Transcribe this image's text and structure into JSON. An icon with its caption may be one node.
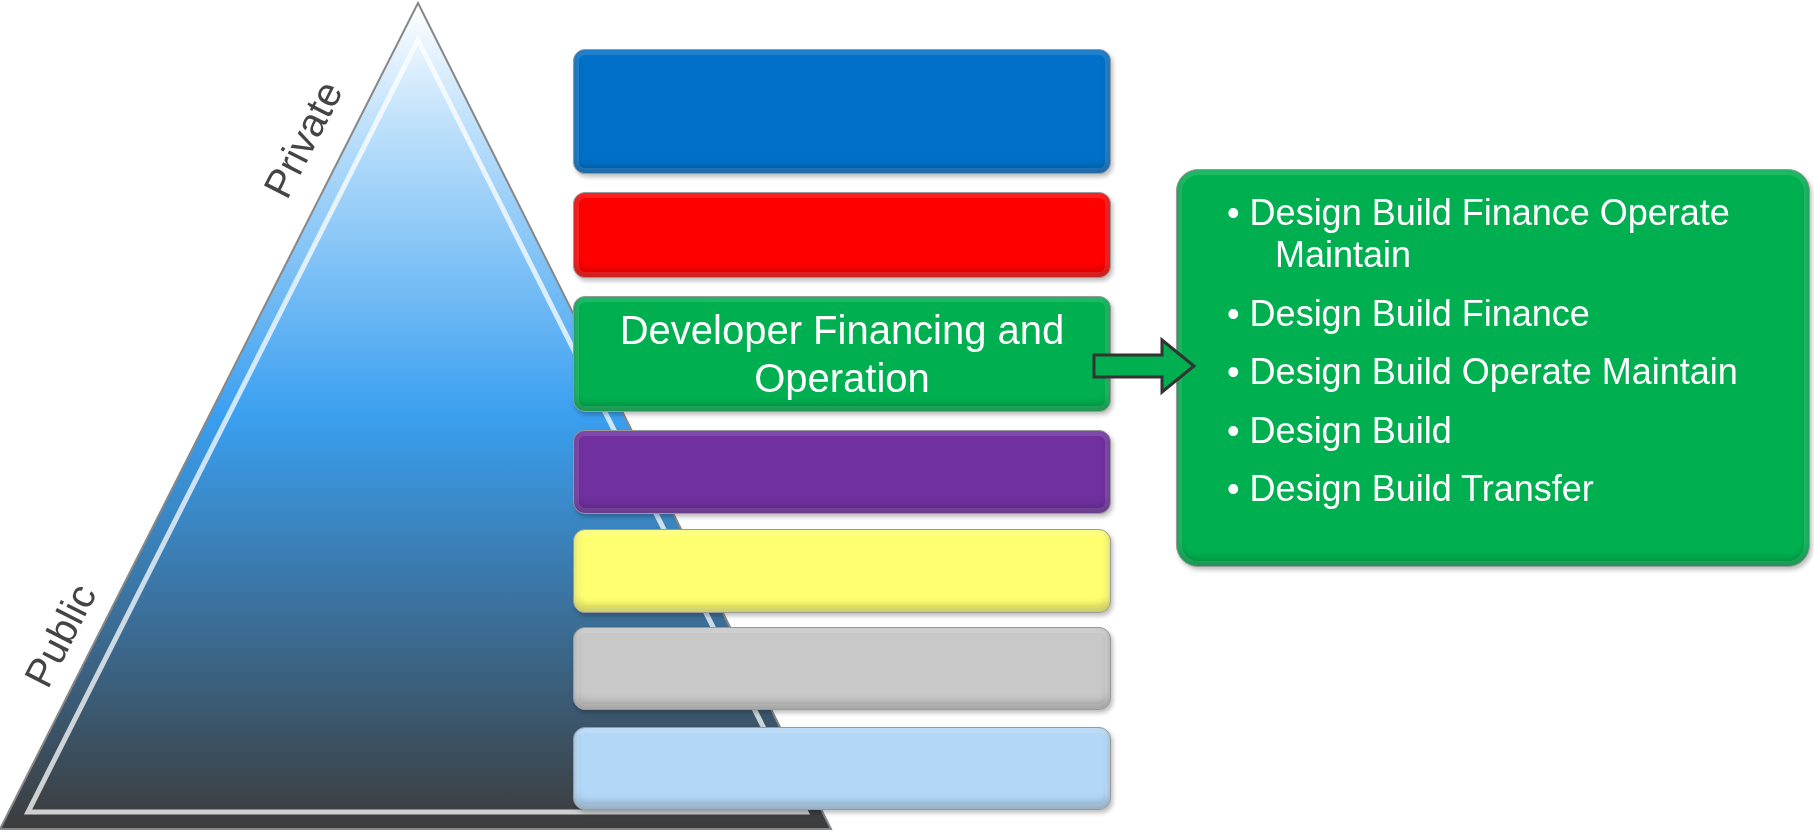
{
  "diagram": {
    "nodes": [
      {
        "text": [],
        "shape": "bar"
      },
      {
        "text": [],
        "shape": "bar"
      },
      {
        "text": [
          "Developer Financing and Operation"
        ]
      },
      {
        "text": [],
        "shape": "bar"
      },
      {
        "text": [],
        "shape": "bar"
      },
      {
        "text": [],
        "shape": "bar"
      },
      {
        "text": [],
        "shape": "bar"
      },
      {
        "text": [
          "• Design Build Finance Operate Maintain",
          "• Design Build Finance",
          "• Design Build Operate Maintain",
          "• Design Build",
          "• Design Build Transfer"
        ]
      }
    ],
    "edges": [
      {
        "from": 2,
        "to": 7,
        "arrow": "to"
      }
    ],
    "labels": [
      "Private",
      "Public"
    ]
  }
}
